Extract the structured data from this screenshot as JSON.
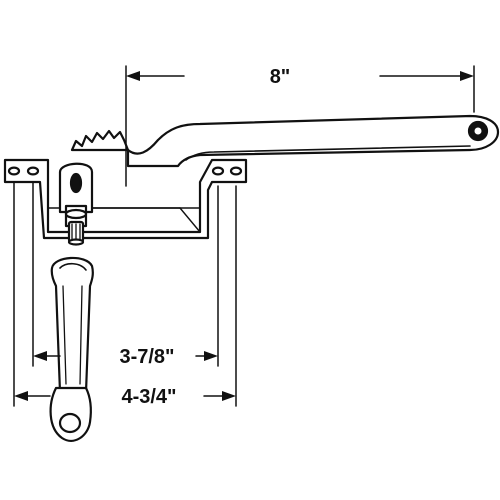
{
  "diagram": {
    "kind": "casement window operator dimension drawing",
    "dimensions": {
      "arm_length": "8\"",
      "inner_hole_spacing": "3-7/8\"",
      "outer_base_width": "4-3/4\""
    },
    "colors": {
      "stroke": "#111111",
      "fill": "#ffffff"
    }
  }
}
